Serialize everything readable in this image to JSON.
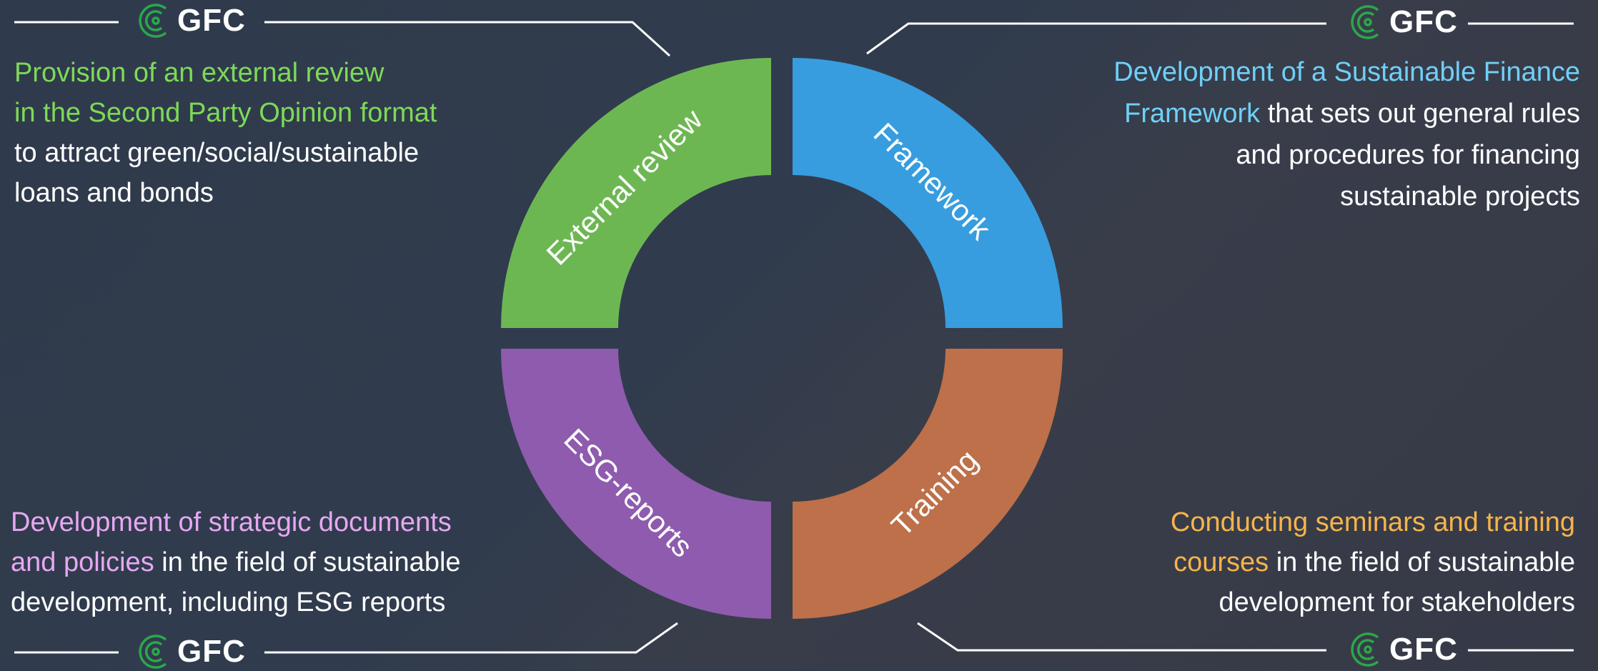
{
  "brand": {
    "logo_text": "GFC",
    "icon": "gfc-circular-logo-icon",
    "logo_color": "#2aa84a"
  },
  "colors": {
    "external_review": "#6db753",
    "framework": "#379ddf",
    "esg_reports": "#8e5bae",
    "training": "#bd7049",
    "highlight_green": "#7ed957",
    "highlight_blue": "#6fd0f7",
    "highlight_pink": "#e8a7f2",
    "highlight_orange": "#f6b44a"
  },
  "segments": [
    {
      "id": "external_review",
      "label": "External review"
    },
    {
      "id": "framework",
      "label": "Framework"
    },
    {
      "id": "esg_reports",
      "label": "ESG-reports"
    },
    {
      "id": "training",
      "label": "Training"
    }
  ],
  "descriptions": {
    "external_review": {
      "highlight_line1": "Provision of an external review",
      "highlight_line2": "in the Second Party Opinion format",
      "line3": "to attract green/social/sustainable",
      "line4": "loans and bonds"
    },
    "framework": {
      "highlight_line1": "Development of a Sustainable Finance",
      "highlight_word": "Framework",
      "rest_line2": " that sets out general rules",
      "line3": "and procedures for financing",
      "line4": "sustainable projects"
    },
    "esg_reports": {
      "highlight_line1": "Development of strategic documents",
      "highlight_word": "and policies",
      "rest_line2": " in the field of sustainable",
      "line3": "development, including ESG reports"
    },
    "training": {
      "highlight_line1": "Conducting seminars and training",
      "highlight_word": "courses",
      "rest_line2": " in the field of sustainable",
      "line3": "development for stakeholders"
    }
  }
}
